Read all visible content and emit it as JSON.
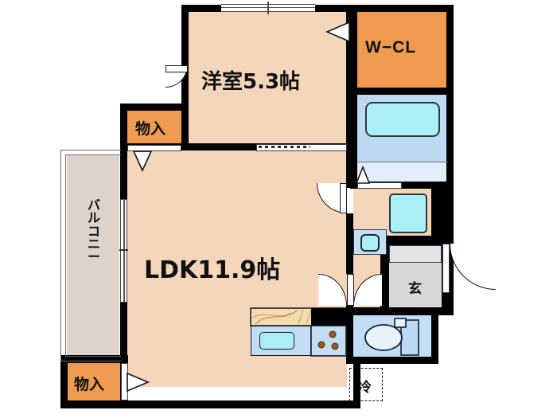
{
  "plan": {
    "type": "japanese-floor-plan",
    "unit": "帖 (jo / tatami mats)",
    "rooms": [
      {
        "key": "ldk",
        "label": "LDK11.9帖",
        "size_jo": 11.9,
        "kind": "living-dining-kitchen"
      },
      {
        "key": "bedroom",
        "label": "洋室5.3帖",
        "size_jo": 5.3,
        "kind": "western-style-bedroom"
      },
      {
        "key": "wcl",
        "label": "W−CL",
        "kind": "walk-in-closet"
      },
      {
        "key": "balcony",
        "label": "バルコニー",
        "kind": "balcony"
      },
      {
        "key": "closet_upper",
        "label": "物入",
        "kind": "storage-closet"
      },
      {
        "key": "closet_lower",
        "label": "物入",
        "kind": "storage-closet"
      },
      {
        "key": "genkan",
        "label": "玄",
        "kind": "entrance"
      },
      {
        "key": "fridge",
        "label": "冷",
        "kind": "refrigerator-space"
      }
    ],
    "labels": {
      "ldk": "LDK11.9帖",
      "bedroom": "洋室5.3帖",
      "wcl": "W−CL",
      "balcony_chars": [
        "バ",
        "ル",
        "コ",
        "ニ",
        "ー"
      ],
      "closet_upper": "物入",
      "closet_lower": "物入",
      "genkan": "玄",
      "fridge": "冷"
    },
    "fixtures": [
      {
        "key": "bathtub",
        "name": "bathtub"
      },
      {
        "key": "washstand",
        "name": "wash-basin"
      },
      {
        "key": "washing-machine",
        "name": "washing-machine-space"
      },
      {
        "key": "toilet",
        "name": "toilet"
      },
      {
        "key": "kitchen-sink",
        "name": "kitchen-sink"
      },
      {
        "key": "stove",
        "name": "three-burner-stove"
      },
      {
        "key": "counter",
        "name": "wooden-counter"
      },
      {
        "key": "shoe-cabinet",
        "name": "shoe-cabinet"
      }
    ],
    "colors": {
      "room_floor": "#f6d6bb",
      "closet": "#ef9b4f",
      "balcony": "#ded3cb",
      "bath_blue": "#bfd9f2",
      "wash_light": "#e2eefb",
      "tub_cyan": "#aaeef6",
      "genkan_gray": "#d8d8d8",
      "toilet_blue": "#c2ddf5",
      "wall": "#000000",
      "counter_wood": "#f2dcb4",
      "burner": "#9e5a22"
    }
  }
}
